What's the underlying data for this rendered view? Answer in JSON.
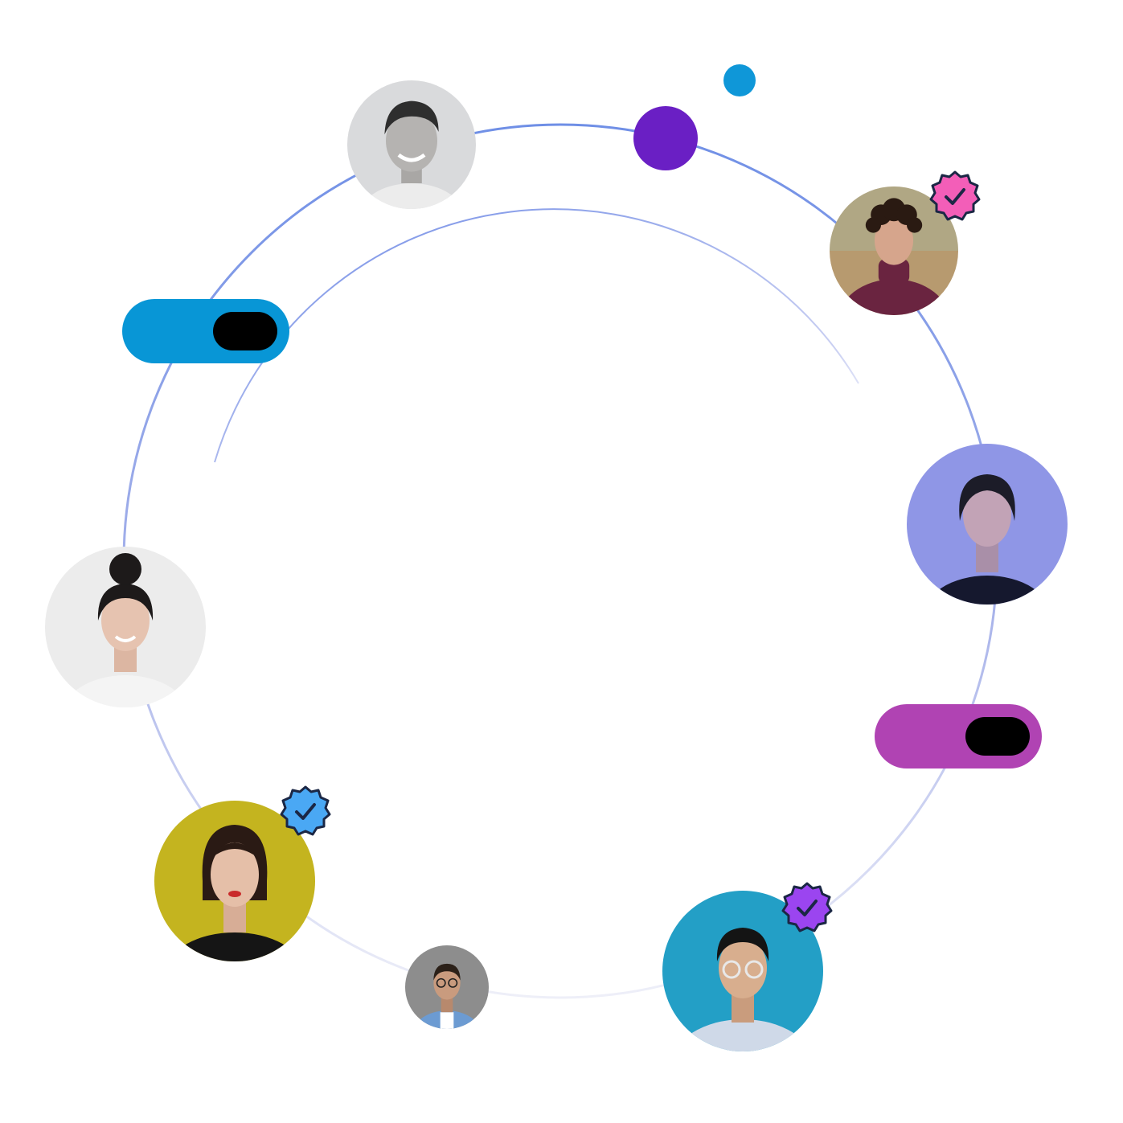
{
  "colors": {
    "ring_outer_top": "#6f8fe6",
    "ring_outer_bottom": "#e9eaf6",
    "ring_inner": "#7b8fe8",
    "toggle_left": "#0896d6",
    "toggle_right": "#b043b3",
    "knob": "#000000",
    "dot_purple": "#6a1fc4",
    "dot_blue": "#0f97d8",
    "badge_pink": "#f35eb8",
    "badge_blue": "#4aa8f4",
    "badge_purple": "#9b45f0",
    "badge_outline": "#1b2745"
  },
  "avatars": [
    {
      "id": "man-smiling-grayscale",
      "bg": "#d9dadc",
      "skin": "#b5b3b1",
      "hair": "#2e2e2e",
      "shirt": "#ececec"
    },
    {
      "id": "man-curly-hair-turtleneck",
      "bg": "#b79a6f",
      "skin": "#d6a58c",
      "hair": "#2a1a12",
      "shirt": "#6a2440",
      "verified": true
    },
    {
      "id": "woman-blue-light",
      "bg": "#8f96e6",
      "skin": "#c2a3b6",
      "hair": "#1c1c28",
      "shirt": "#15182e"
    },
    {
      "id": "woman-hair-bun",
      "bg": "#ececec",
      "skin": "#e6c3b0",
      "hair": "#1d1a1a",
      "shirt": "#f4f4f4"
    },
    {
      "id": "woman-yellow-background",
      "bg": "#c4b41f",
      "skin": "#e5bfa8",
      "hair": "#2a1a14",
      "shirt": "#151515",
      "verified": true
    },
    {
      "id": "man-glasses-small",
      "bg": "#8d8d8d",
      "skin": "#c99b7e",
      "hair": "#2b2018",
      "shirt": "#6c9bd2"
    },
    {
      "id": "man-glasses-blue-background",
      "bg": "#239fc6",
      "skin": "#d8ae8e",
      "hair": "#141414",
      "shirt": "#cfd9e8",
      "verified": true
    }
  ],
  "toggles": [
    {
      "id": "left-toggle",
      "state": "on"
    },
    {
      "id": "right-toggle",
      "state": "on"
    }
  ]
}
